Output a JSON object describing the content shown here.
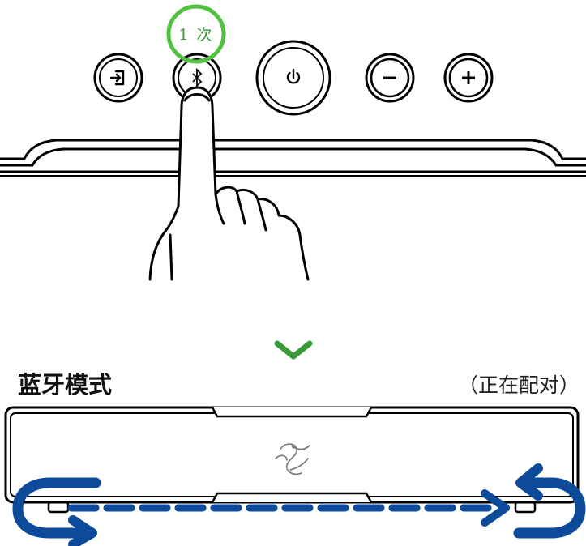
{
  "press_indicator": {
    "label": "1 次",
    "color": "#3a9a35"
  },
  "buttons": [
    {
      "name": "input-source",
      "icon": "input-source-icon"
    },
    {
      "name": "bluetooth",
      "icon": "bluetooth-icon"
    },
    {
      "name": "power",
      "icon": "power-icon"
    },
    {
      "name": "volume-down",
      "icon": "minus-icon"
    },
    {
      "name": "volume-up",
      "icon": "plus-icon"
    }
  ],
  "transition_arrow": {
    "icon": "chevron-down-icon",
    "color": "#3a9a35"
  },
  "mode": {
    "title": "蓝牙模式",
    "status": "（正在配对）"
  },
  "soundbar": {
    "logo": "razer-snake-logo"
  },
  "pairing_indicator": {
    "color": "#0d4a9a",
    "style": "dashed-loop"
  }
}
